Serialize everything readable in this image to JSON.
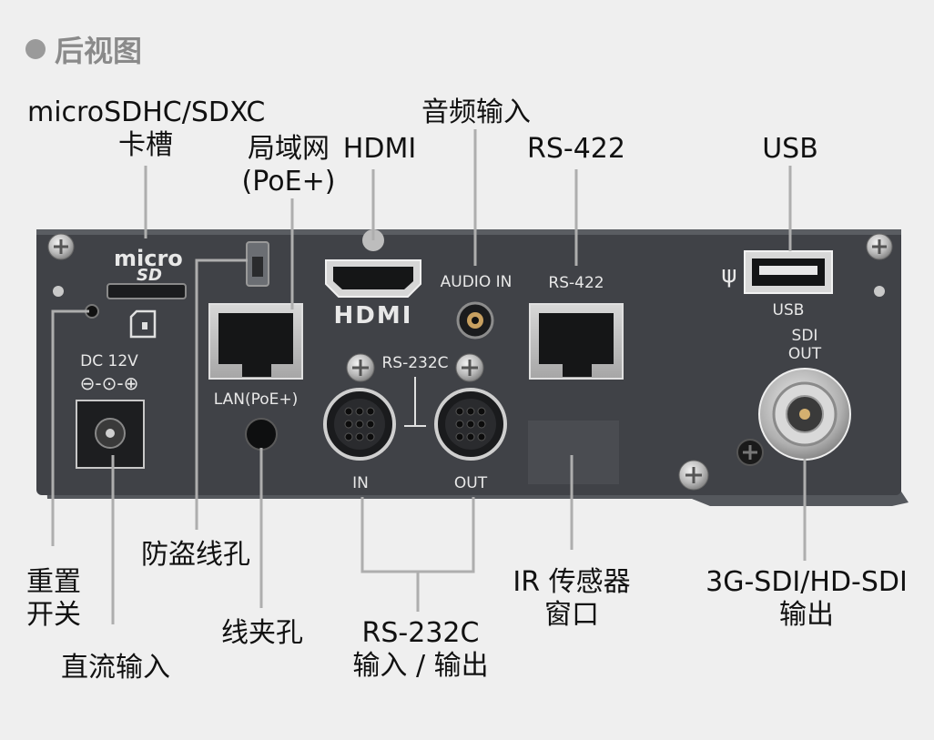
{
  "header": {
    "title": "后视图"
  },
  "panel_text": {
    "micro_logo": "micro",
    "sd_logo": "SD",
    "dc_label": "DC 12V",
    "polarity": "⊖-⊙-⊕",
    "lan_label": "LAN(PoE+)",
    "hdmi_logo": "HDMI",
    "audio_in": "AUDIO IN",
    "rs232c_label": "RS-232C",
    "in_label": "IN",
    "out_label": "OUT",
    "rs422_label": "RS-422",
    "usb_label": "USB",
    "sdi_out_1": "SDI",
    "sdi_out_2": "OUT",
    "usb_symbol": "ψ"
  },
  "callouts": {
    "sd_slot": [
      "microSDHC/SDXC",
      "卡槽"
    ],
    "lan": [
      "局域网",
      "(PoE+)"
    ],
    "hdmi": "HDMI",
    "audio_in": "音频输入",
    "rs422": "RS-422",
    "usb": "USB",
    "reset": [
      "重置",
      "开关"
    ],
    "antitheft": "防盗线孔",
    "dc_in": "直流输入",
    "clamp": "线夹孔",
    "rs232c": [
      "RS-232C",
      "输入 / 输出"
    ],
    "ir": [
      "IR 传感器",
      "窗口"
    ],
    "sdi": [
      "3G-SDI/HD-SDI",
      "输出"
    ]
  },
  "colors": {
    "background": "#efefef",
    "panel": "#404247",
    "panel_text": "#e8e8e8",
    "leader": "#aeaeae",
    "label": "#111111",
    "header": "#8a8a8a"
  }
}
